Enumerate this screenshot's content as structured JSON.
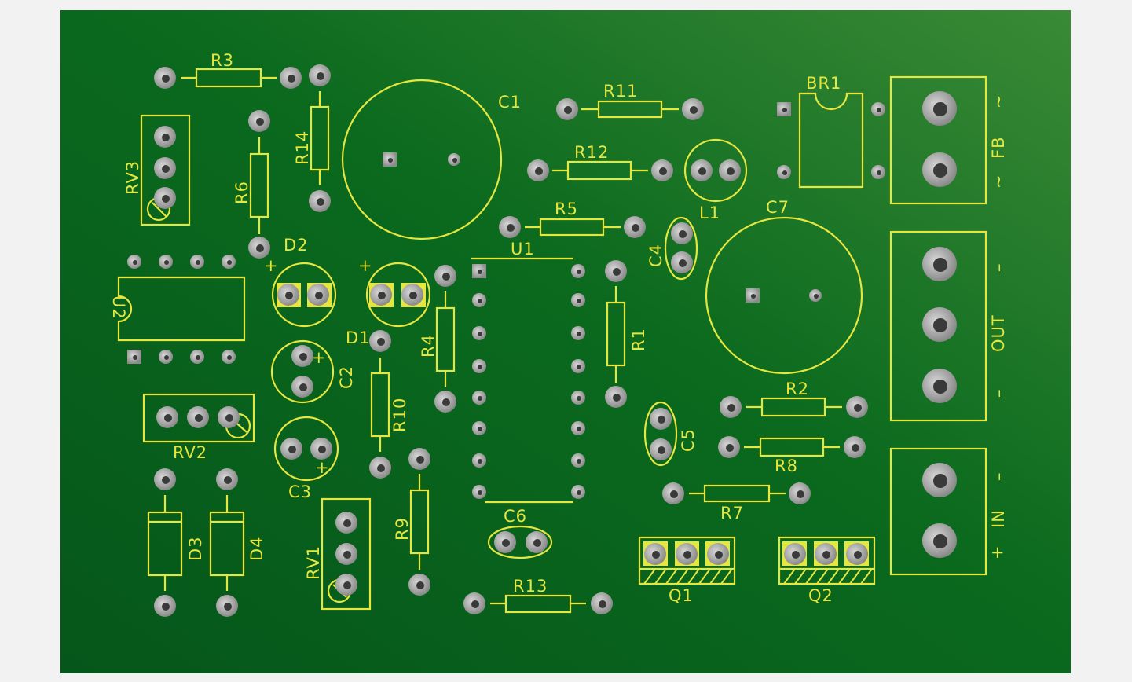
{
  "colors": {
    "board": "#0b6a1e",
    "silk": "#e6e640",
    "pad": "#a9a9a9",
    "hole": "#3a3a3a"
  },
  "labels": {
    "R3": "R3",
    "R14": "R14",
    "RV3": "RV3",
    "R6": "R6",
    "C1": "C1",
    "R11": "R11",
    "BR1": "BR1",
    "R12": "R12",
    "L1": "L1",
    "FB": "FB",
    "FB_ac1": "~",
    "FB_ac2": "~",
    "C7": "C7",
    "R5": "R5",
    "C4": "C4",
    "D2": "D2",
    "U1": "U1",
    "U2": "U2",
    "OUT": "OUT",
    "OUT_minus1": "–",
    "OUT_minus2": "–",
    "R4": "R4",
    "R1": "R1",
    "D1": "D1",
    "C2": "C2",
    "R2": "R2",
    "R10": "R10",
    "C5": "C5",
    "RV2": "RV2",
    "R8": "R8",
    "IN": "IN",
    "IN_minus": "–",
    "IN_plus": "+",
    "C3": "C3",
    "R7": "R7",
    "C6": "C6",
    "R9": "R9",
    "D3": "D3",
    "D4": "D4",
    "RV1": "RV1",
    "Q1": "Q1",
    "Q2": "Q2",
    "R13": "R13",
    "D2_plus": "+",
    "D2b_plus": "+",
    "C2_plus": "+",
    "C3_plus": "+"
  }
}
